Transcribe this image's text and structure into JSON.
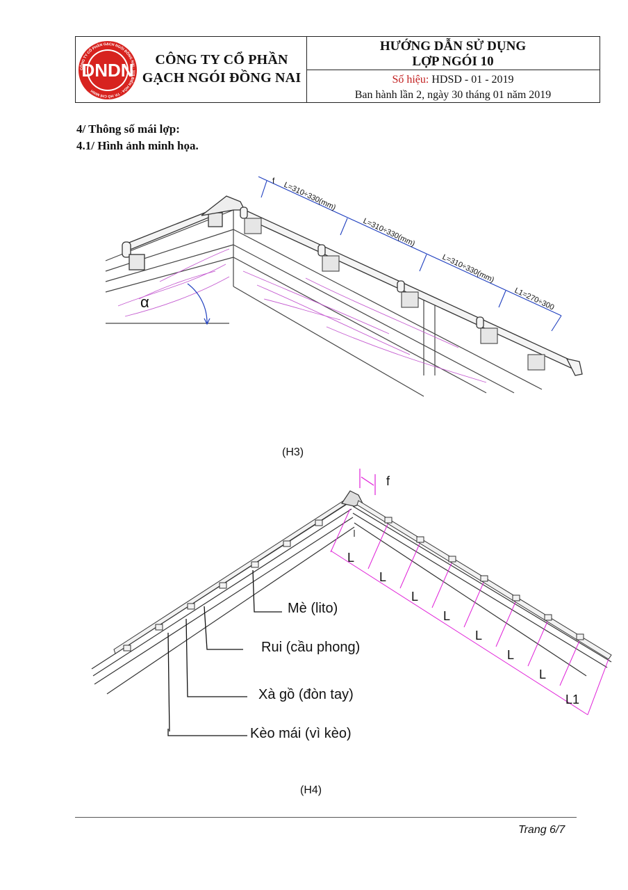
{
  "header": {
    "company_line1": "CÔNG TY CỔ PHẦN",
    "company_line2": "GẠCH NGÓI ĐỒNG NAI",
    "title_line1": "HƯỚNG DẪN SỬ DỤNG",
    "title_line2": "LỢP NGÓI 10",
    "code_label": "Số hiệu:",
    "code_value": "HDSD - 01 - 2019",
    "issue": "Ban hành lần 2, ngày 30 tháng  01  năm  2019",
    "logo_text": "DNDN",
    "logo_ring_text": "CÔNG TY CỔ PHẦN GẠCH NGÓI ĐỒNG NAI · 119 BIÊN HÒA · TP. HỒ CHÍ MINH",
    "logo_color": "#d7231f"
  },
  "section": {
    "heading": "4/   Thông số mái lợp:",
    "subheading": "4.1/ Hình ảnh minh họa."
  },
  "figure_h3": {
    "caption": "(H3)",
    "alpha": "α",
    "f": "f",
    "dim1": "L=310÷330(mm)",
    "dim2": "L=310÷330(mm)",
    "dim3": "L=310÷330(mm)",
    "dim4": "L1=270÷300"
  },
  "figure_h4": {
    "caption": "(H4)",
    "f": "f",
    "L": "L",
    "L1": "L1",
    "label_me": "Mè (lito)",
    "label_rui": "Rui (cầu phong)",
    "label_xago": "Xà gồ (đòn tay)",
    "label_keo": "Kèo mái (vì kèo)"
  },
  "footer": {
    "page": "Trang 6/7"
  },
  "colors": {
    "dimension_blue": "#1f3fbf",
    "wood_pink": "#c45ad0",
    "spacing_magenta": "#e020d8",
    "code_red": "#c21f1f"
  }
}
